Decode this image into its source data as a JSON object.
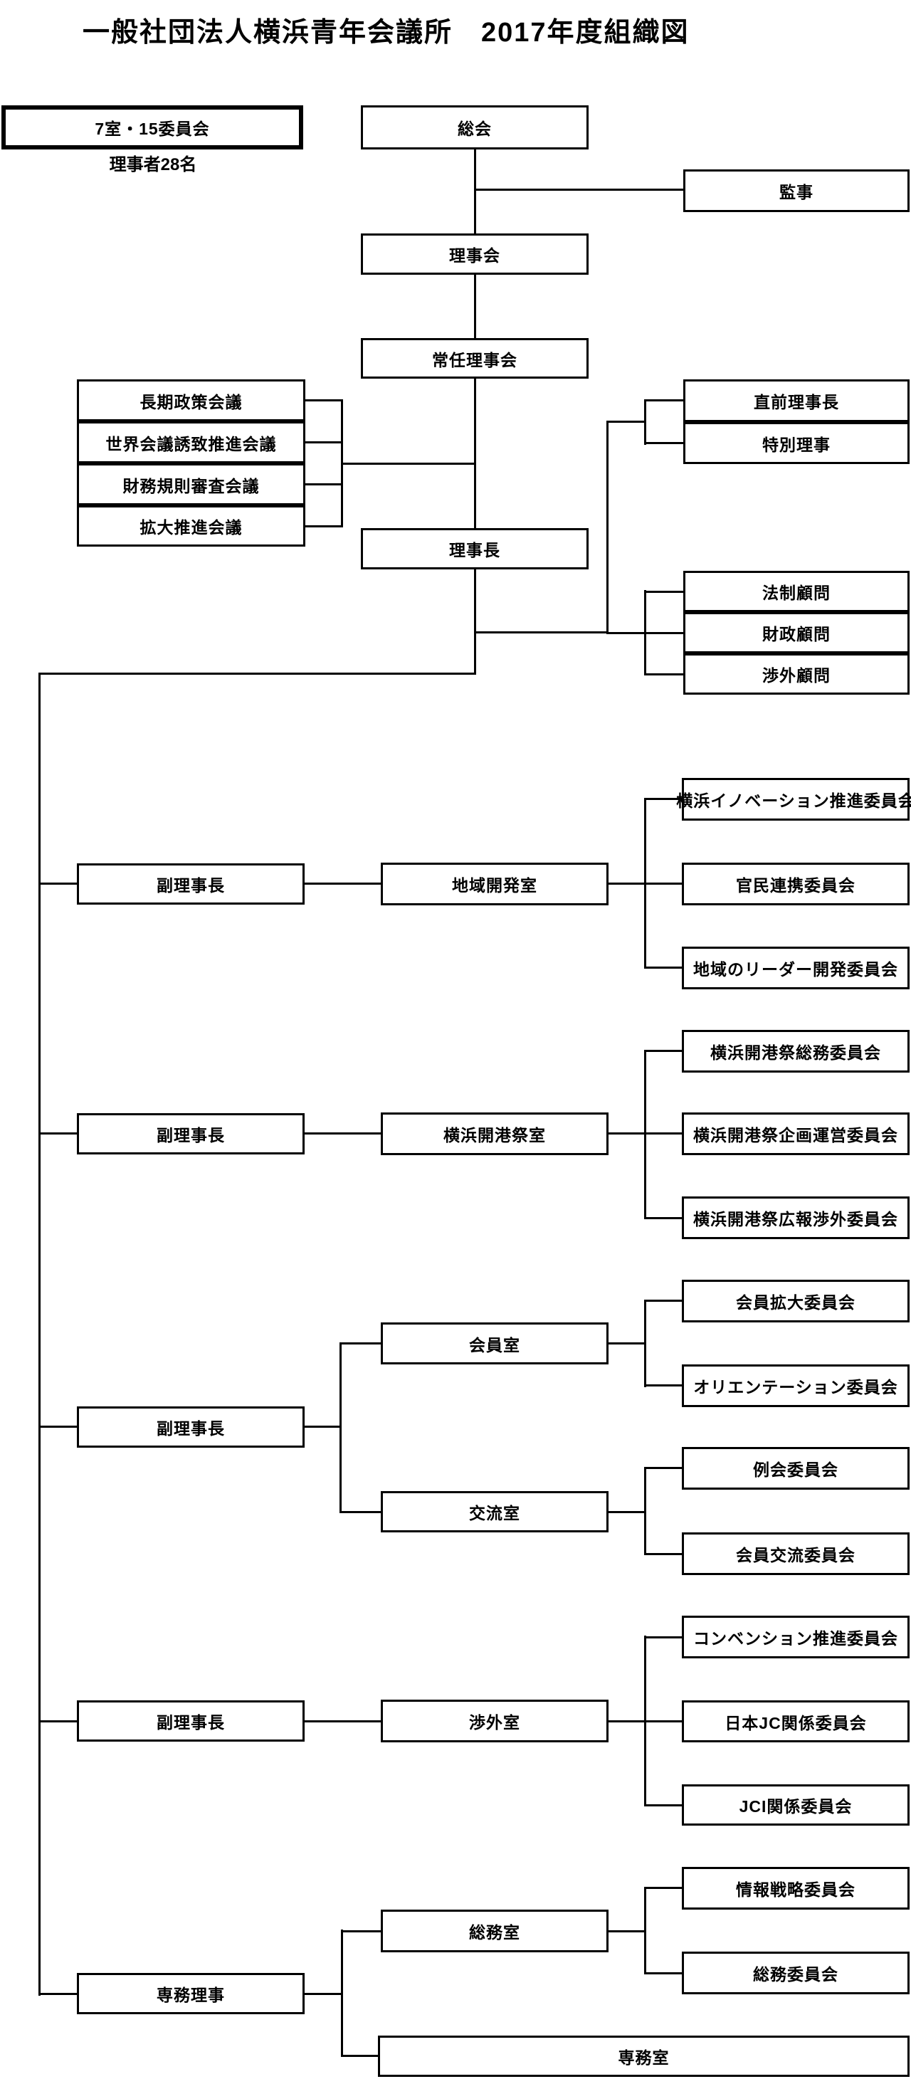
{
  "title": "一般社団法人横浜青年会議所　2017年度組織図",
  "legend": {
    "summary": "7室・15委員会",
    "note": "理事者28名"
  },
  "nodes": {
    "soukai": {
      "label": "総会"
    },
    "kanji": {
      "label": "監事"
    },
    "rijikai": {
      "label": "理事会"
    },
    "jounin_rijikai": {
      "label": "常任理事会"
    },
    "chouki_seisaku_kaigi": {
      "label": "長期政策会議"
    },
    "sekai_kaigi_yuuchi_suishin_kaigi": {
      "label": "世界会議誘致推進会議"
    },
    "zaimu_kisoku_shinsa_kaigi": {
      "label": "財務規則審査会議"
    },
    "kakudai_suishin_kaigi": {
      "label": "拡大推進会議"
    },
    "chokuzen_rijichou": {
      "label": "直前理事長"
    },
    "tokubetsu_riji": {
      "label": "特別理事"
    },
    "rijichou": {
      "label": "理事長"
    },
    "housei_komon": {
      "label": "法制顧問"
    },
    "zaisei_komon": {
      "label": "財政顧問"
    },
    "shougai_komon": {
      "label": "渉外顧問"
    },
    "fuku_rijichou_1": {
      "label": "副理事長"
    },
    "fuku_rijichou_2": {
      "label": "副理事長"
    },
    "fuku_rijichou_3": {
      "label": "副理事長"
    },
    "fuku_rijichou_4": {
      "label": "副理事長"
    },
    "senmu_riji": {
      "label": "専務理事"
    },
    "chiiki_kaihatsu_shitsu": {
      "label": "地域開発室"
    },
    "yokohama_innovation_suishin_iinkai": {
      "label": "横浜イノベーション推進委員会"
    },
    "kanmin_renkei_iinkai": {
      "label": "官民連携委員会"
    },
    "chiiki_leader_kaihatsu_iinkai": {
      "label": "地域のリーダー開発委員会"
    },
    "yokohama_kaikousai_shitsu": {
      "label": "横浜開港祭室"
    },
    "kaikousai_soumu_iinkai": {
      "label": "横浜開港祭総務委員会"
    },
    "kaikousai_kikaku_unei_iinkai": {
      "label": "横浜開港祭企画運営委員会"
    },
    "kaikousai_kouhou_shougai_iinkai": {
      "label": "横浜開港祭広報渉外委員会"
    },
    "kaiin_shitsu": {
      "label": "会員室"
    },
    "kaiin_kakudai_iinkai": {
      "label": "会員拡大委員会"
    },
    "orientation_iinkai": {
      "label": "オリエンテーション委員会"
    },
    "kouryuu_shitsu": {
      "label": "交流室"
    },
    "reikai_iinkai": {
      "label": "例会委員会"
    },
    "kaiin_kouryuu_iinkai": {
      "label": "会員交流委員会"
    },
    "shougai_shitsu": {
      "label": "渉外室"
    },
    "convention_suishin_iinkai": {
      "label": "コンベンション推進委員会"
    },
    "nihon_jc_kankei_iinkai": {
      "label": "日本JC関係委員会"
    },
    "jci_kankei_iinkai": {
      "label": "JCI関係委員会"
    },
    "soumu_shitsu": {
      "label": "総務室"
    },
    "jouhou_senryaku_iinkai": {
      "label": "情報戦略委員会"
    },
    "soumu_iinkai": {
      "label": "総務委員会"
    },
    "senmu_shitsu": {
      "label": "専務室"
    }
  }
}
